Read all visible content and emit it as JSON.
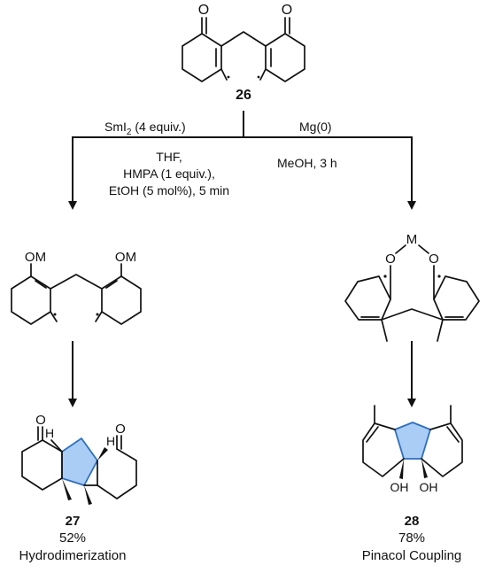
{
  "starting_material": {
    "label": "26",
    "atoms": {
      "oxygen_left": "O",
      "oxygen_right": "O"
    }
  },
  "left_branch": {
    "reagent": "SmI",
    "reagent_subscript": "2",
    "reagent_equiv": " (4 equiv.)",
    "conditions": [
      "THF,",
      "HMPA (1 equiv.),",
      "EtOH (5 mol%), 5 min"
    ],
    "intermediate_groups": {
      "left": "OM",
      "right": "OM"
    },
    "product": {
      "label": "27",
      "yield": "52%",
      "name": "Hydrodimerization",
      "atoms": {
        "oxygen_left": "O",
        "oxygen_right": "O",
        "h_left": "H",
        "h_right": "H"
      }
    }
  },
  "right_branch": {
    "reagent": "Mg(0)",
    "conditions": [
      "MeOH, 3 h"
    ],
    "intermediate_atoms": {
      "o_left": "O",
      "metal": "M",
      "o_right": "O"
    },
    "product": {
      "label": "28",
      "yield": "78%",
      "name": "Pinacol Coupling",
      "atoms": {
        "oh_left": "OH",
        "oh_right": "OH"
      }
    }
  },
  "colors": {
    "ring_highlight": "#a9cdf5",
    "ring_outline": "#2f6fbe",
    "ink": "#111111"
  }
}
